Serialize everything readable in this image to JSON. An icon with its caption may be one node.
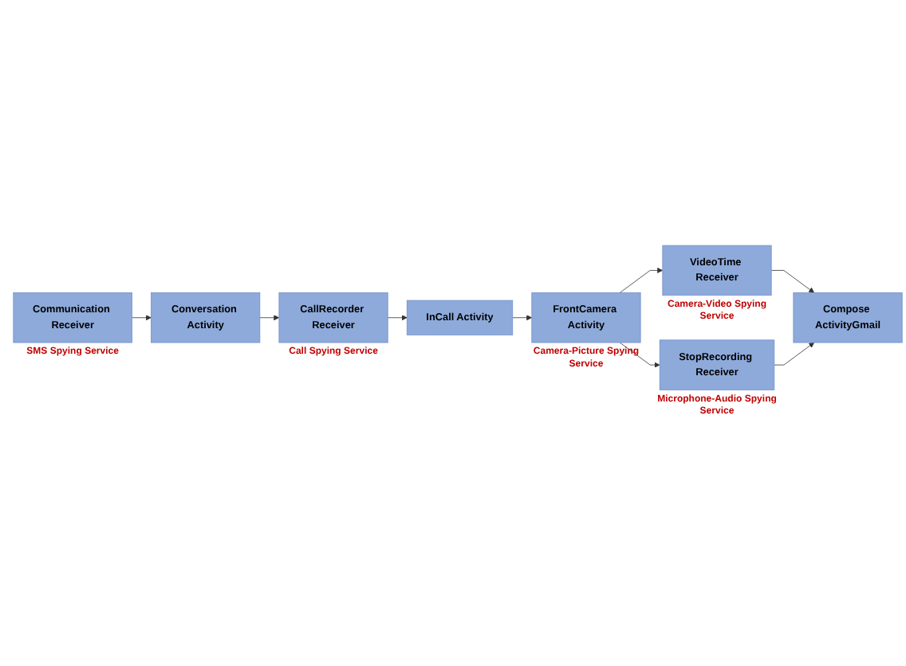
{
  "diagram": {
    "nodes": [
      {
        "text": [
          "Communication Receiver"
        ],
        "beside": [
          "SMS Spying Service"
        ]
      },
      {
        "text": [
          "Conversation Activity"
        ]
      },
      {
        "text": [
          "CallRecorder Receiver"
        ],
        "beside": [
          "Call Spying Service"
        ]
      },
      {
        "text": [
          "InCall Activity"
        ]
      },
      {
        "text": [
          "FrontCamera Activity"
        ],
        "beside": [
          "Camera-Picture Spying Service"
        ]
      },
      {
        "text": [
          "VideoTime Receiver"
        ],
        "beside": [
          "Camera-Video Spying Service"
        ]
      },
      {
        "text": [
          "StopRecording Receiver"
        ],
        "beside": [
          "Microphone-Audio Spying Service"
        ]
      },
      {
        "text": [
          "Compose ActivityGmail"
        ]
      }
    ],
    "edges": [
      {
        "from": 0,
        "to": 1,
        "arrow": "to"
      },
      {
        "from": 1,
        "to": 2,
        "arrow": "to"
      },
      {
        "from": 2,
        "to": 3,
        "arrow": "to"
      },
      {
        "from": 3,
        "to": 4,
        "arrow": "to"
      },
      {
        "from": 4,
        "to": 5,
        "arrow": "to"
      },
      {
        "from": 4,
        "to": 6,
        "arrow": "to"
      },
      {
        "from": 5,
        "to": 7,
        "arrow": "to"
      },
      {
        "from": 6,
        "to": 7,
        "arrow": "to"
      }
    ]
  }
}
